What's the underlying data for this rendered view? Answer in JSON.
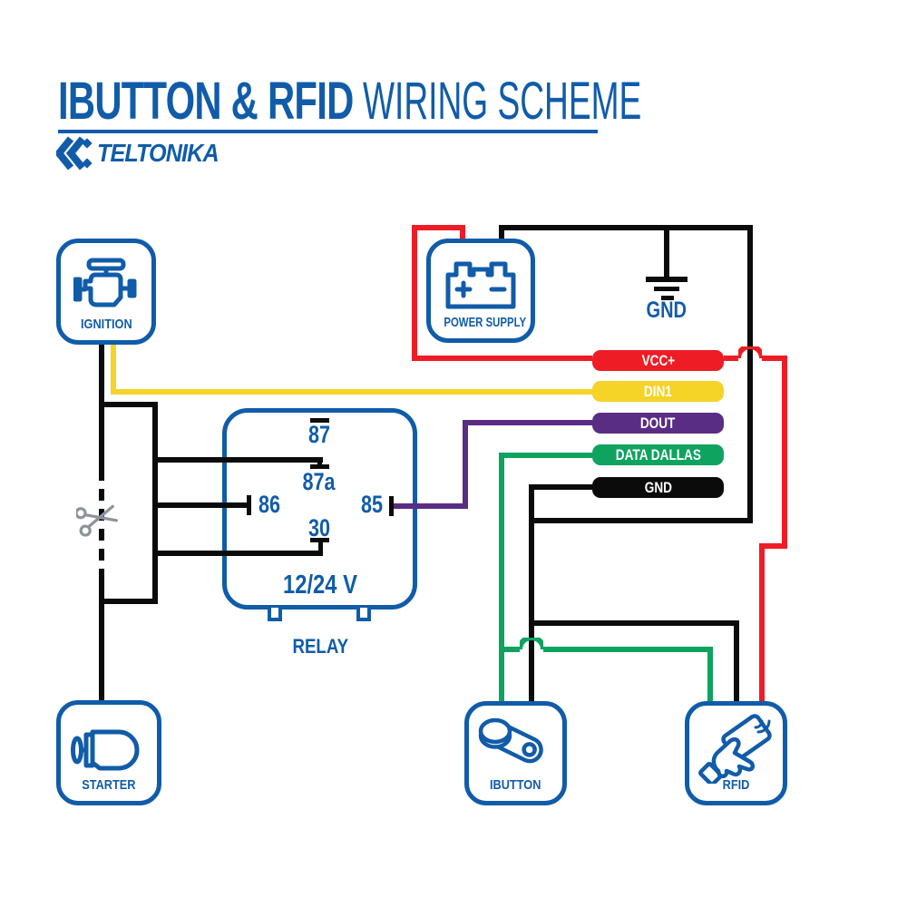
{
  "title": {
    "primary": "IBUTTON & RFID",
    "secondary": "WIRING SCHEME"
  },
  "brand": {
    "name": "TELTONIKA"
  },
  "ground": {
    "label": "GND"
  },
  "nodes": {
    "ignition": {
      "label": "IGNITION"
    },
    "power_supply": {
      "label": "POWER SUPPLY"
    },
    "starter": {
      "label": "STARTER"
    },
    "ibutton": {
      "label": "IBUTTON"
    },
    "rfid": {
      "label": "RFID"
    }
  },
  "relay": {
    "label": "RELAY",
    "voltage": "12/24 V",
    "pins": {
      "p87": "87",
      "p87a": "87a",
      "p86": "86",
      "p85": "85",
      "p30": "30"
    }
  },
  "wire_bands": [
    {
      "id": "vcc",
      "label": "VCC+",
      "color": "#EE1C25"
    },
    {
      "id": "din1",
      "label": "DIN1",
      "color": "#F5D327"
    },
    {
      "id": "dout",
      "label": "DOUT",
      "color": "#5A2D84"
    },
    {
      "id": "data_dallas",
      "label": "DATA DALLAS",
      "color": "#0FA360"
    },
    {
      "id": "gnd",
      "label": "GND",
      "color": "#0B0B0B"
    }
  ],
  "colors": {
    "brand_blue": "#115CA9",
    "wire_black": "#0B0B0B",
    "wire_red": "#EE1C25",
    "wire_yellow": "#F5D327",
    "wire_purple": "#5A2D84",
    "wire_green": "#0FA360",
    "scissors_gray": "#8E939B"
  }
}
